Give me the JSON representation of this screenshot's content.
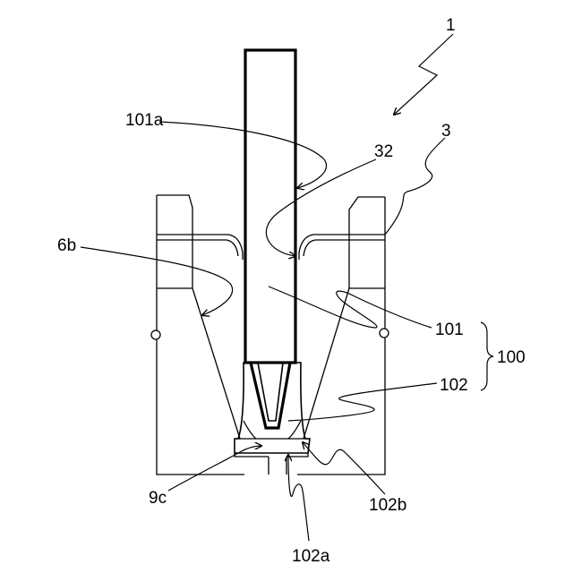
{
  "figure": {
    "labels": {
      "device": "1",
      "assembly": "100",
      "part_101": "101",
      "part_101a": "101a",
      "part_102": "102",
      "part_102a": "102a",
      "part_102b": "102b",
      "part_3": "3",
      "part_32": "32",
      "part_6b": "6b",
      "part_9c": "9c"
    }
  }
}
